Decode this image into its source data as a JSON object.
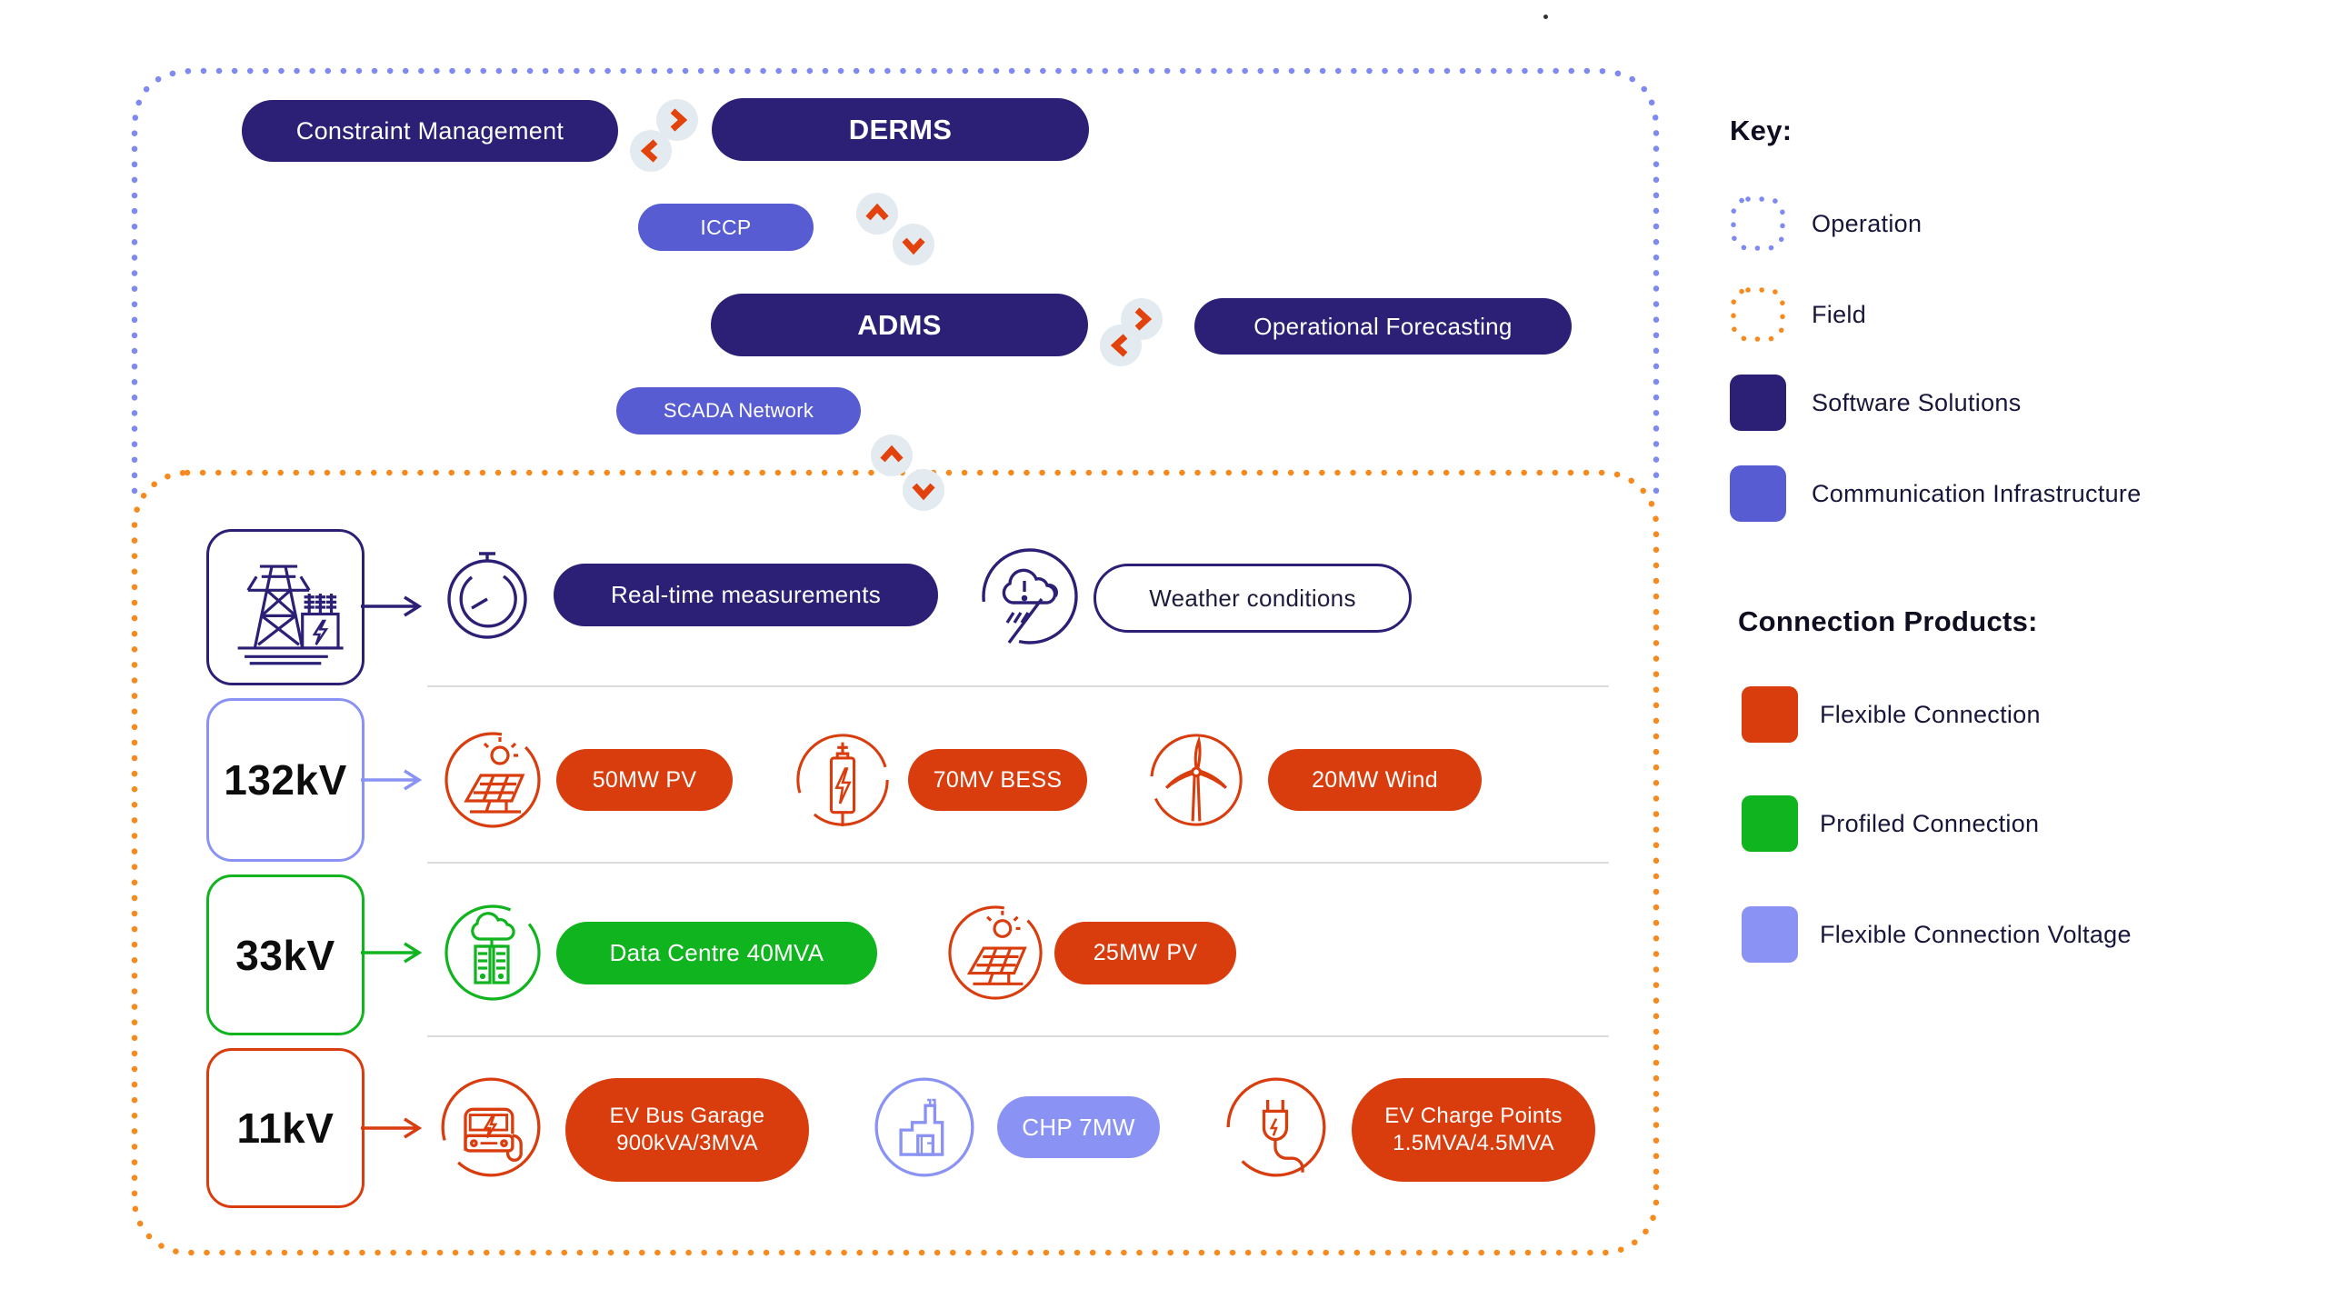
{
  "stray_dot": ".",
  "colors": {
    "navy": "#2b2076",
    "communication_blue": "#575cd3",
    "periwinkle": "#8a93f3",
    "operation_border_blue": "#7e8af0",
    "field_border_orange": "#f68a1e",
    "flexible_connection_red": "#d93c0d",
    "profiled_connection_green": "#10b41e",
    "chevron_red": "#e2430d",
    "badge_background": "#e3eaf0"
  },
  "operation": {
    "constraint_management": "Constraint Management",
    "derms": "DERMS",
    "iccp": "ICCP",
    "adms": "ADMS",
    "operational_forecasting": "Operational Forecasting",
    "scada_network": "SCADA Network"
  },
  "field": {
    "row1": {
      "real_time": "Real-time measurements",
      "weather": "Weather conditions"
    },
    "row2": {
      "kv": "132kV",
      "pill1": "50MW PV",
      "pill2": "70MV BESS",
      "pill3": "20MW Wind"
    },
    "row3": {
      "kv": "33kV",
      "pill1": "Data Centre 40MVA",
      "pill2": "25MW PV"
    },
    "row4": {
      "kv": "11kV",
      "pill1_line1": "EV Bus Garage",
      "pill1_line2": "900kVA/3MVA",
      "pill2": "CHP 7MW",
      "pill3_line1": "EV Charge Points",
      "pill3_line2": "1.5MVA/4.5MVA"
    }
  },
  "key": {
    "title": "Key:",
    "operation": "Operation",
    "field": "Field",
    "software_solutions": "Software Solutions",
    "communication_infrastructure": "Communication Infrastructure",
    "connection_title": "Connection Products:",
    "flexible_connection": "Flexible Connection",
    "profiled_connection": "Profiled Connection",
    "flexible_connection_voltage": "Flexible Connection Voltage"
  }
}
